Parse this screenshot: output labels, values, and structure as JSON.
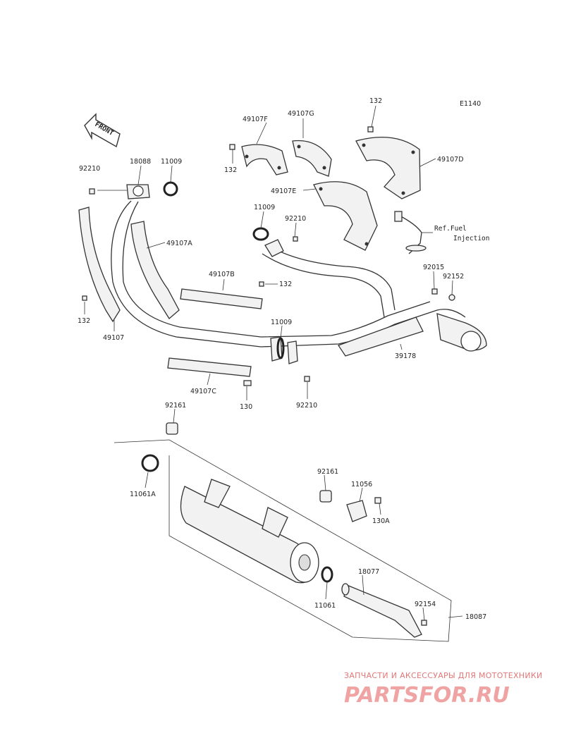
{
  "diagram_code": "E1140",
  "front_label": "FRONT",
  "ref_note_line1": "Ref.Fuel",
  "ref_note_line2": "Injection",
  "parts": {
    "p132_top": "132",
    "p49107F": "49107F",
    "p49107G": "49107G",
    "p132_left": "132",
    "p49107D": "49107D",
    "p49107E": "49107E",
    "p92210_a": "92210",
    "p18088": "18088",
    "p11009_a": "11009",
    "p11009_b": "11009",
    "p92210_b": "92210",
    "p49107A": "49107A",
    "p92015": "92015",
    "p92152": "92152",
    "p49107B": "49107B",
    "p132_mid": "132",
    "p132_far": "132",
    "p49107": "49107",
    "p11009_c": "11009",
    "p39178": "39178",
    "p49107C": "49107C",
    "p130": "130",
    "p92210_c": "92210",
    "p92161_a": "92161",
    "p11061A": "11061A",
    "p92161_b": "92161",
    "p11056": "11056",
    "p130A": "130A",
    "p18077": "18077",
    "p11061": "11061",
    "p92154": "92154",
    "p18087": "18087"
  },
  "watermark": {
    "line1": "ЗАПЧАСТИ И АКСЕССУАРЫ ДЛЯ МОТОТЕХНИКИ",
    "logo": "PARTSFOR.RU"
  }
}
